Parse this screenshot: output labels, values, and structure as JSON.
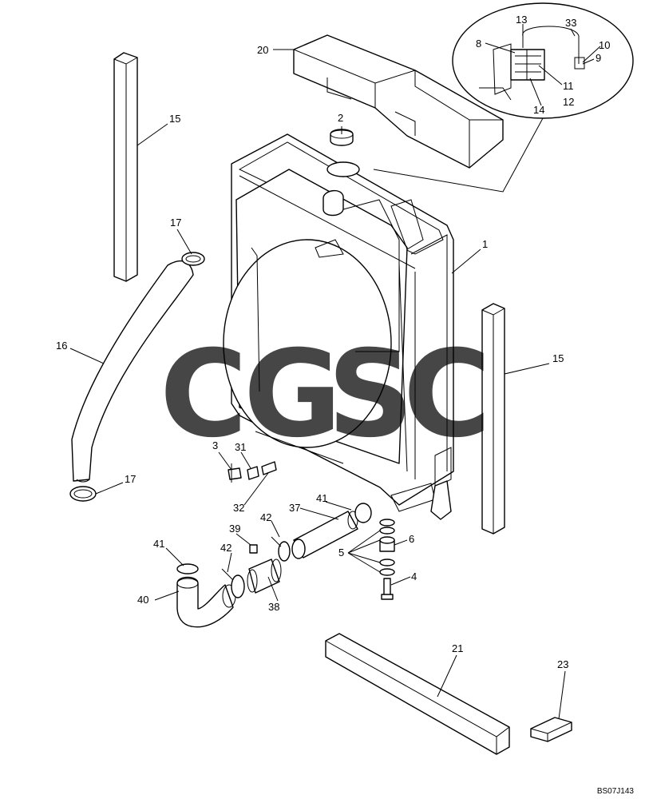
{
  "diagram": {
    "callouts": [
      "1",
      "2",
      "3",
      "4",
      "5",
      "6",
      "8",
      "9",
      "10",
      "11",
      "12",
      "13",
      "14",
      "15",
      "15",
      "16",
      "17",
      "17",
      "20",
      "21",
      "23",
      "31",
      "32",
      "33",
      "37",
      "38",
      "39",
      "40",
      "41",
      "41",
      "42",
      "42"
    ],
    "drawing_code": "BS07J143"
  },
  "watermark": {
    "letters": [
      "C",
      "G",
      "S",
      "C"
    ],
    "colors": [
      "#4285F4",
      "#EA4335",
      "#FBBC05",
      "#34A853"
    ]
  }
}
